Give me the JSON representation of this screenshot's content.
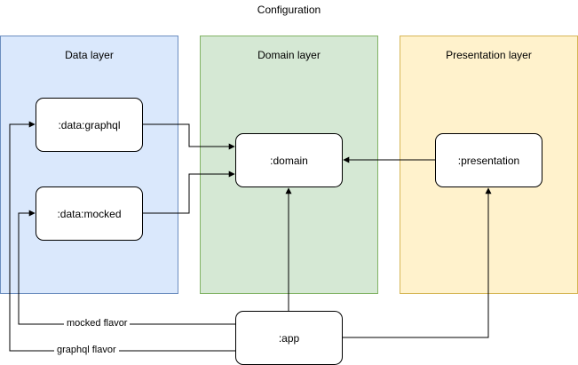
{
  "diagram": {
    "title": "Configuration",
    "layers": [
      {
        "id": "data",
        "label": "Data layer",
        "fill": "#dae8fc",
        "stroke": "#6c8ebf"
      },
      {
        "id": "domain",
        "label": "Domain layer",
        "fill": "#d5e8d4",
        "stroke": "#82b366"
      },
      {
        "id": "presentation",
        "label": "Presentation layer",
        "fill": "#fff2cc",
        "stroke": "#d6b656"
      }
    ],
    "nodes": {
      "data_graphql": ":data:graphql",
      "data_mocked": ":data:mocked",
      "domain": ":domain",
      "presentation": ":presentation",
      "app": ":app"
    },
    "edges": [
      {
        "from": ":data:graphql",
        "to": ":domain"
      },
      {
        "from": ":data:mocked",
        "to": ":domain"
      },
      {
        "from": ":presentation",
        "to": ":domain"
      },
      {
        "from": ":app",
        "to": ":domain"
      },
      {
        "from": ":app",
        "to": ":presentation"
      },
      {
        "from": ":app",
        "to": ":data:mocked",
        "label": "mocked flavor"
      },
      {
        "from": ":app",
        "to": ":data:graphql",
        "label": "graphql flavor"
      }
    ]
  }
}
